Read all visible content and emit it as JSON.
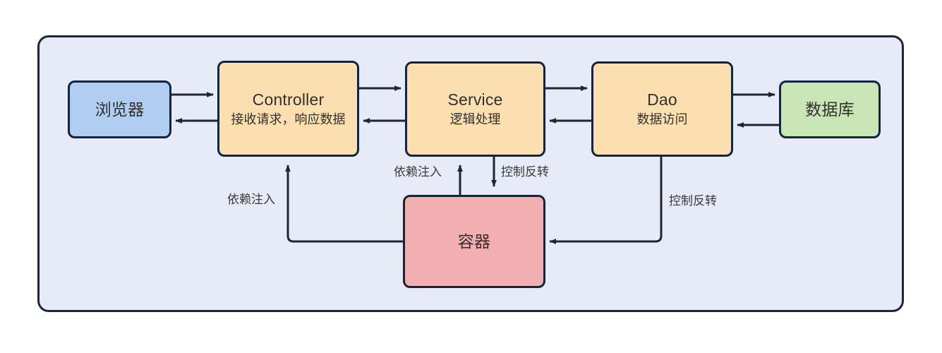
{
  "diagram": {
    "title": "Spring IoC / DI layered architecture diagram",
    "frame_name": "application-frame",
    "colors": {
      "page_background": "#ffffff",
      "frame_background": "#e7ebf8",
      "frame_border": "#1f2633",
      "node_border": "#14243f",
      "browser_fill": "#b0cdf2",
      "layer_fill": "#fbdfb0",
      "database_fill": "#c8e6b4",
      "container_fill": "#f2aeb0",
      "edge_stroke": "#1f2633",
      "text": "#30302e",
      "edge_label_text": "#3a3a38"
    },
    "nodes": [
      {
        "id": "browser",
        "title": "浏览器",
        "sub": ""
      },
      {
        "id": "controller",
        "title": "Controller",
        "sub": "接收请求，响应数据"
      },
      {
        "id": "service",
        "title": "Service",
        "sub": "逻辑处理"
      },
      {
        "id": "dao",
        "title": "Dao",
        "sub": "数据访问"
      },
      {
        "id": "database",
        "title": "数据库",
        "sub": ""
      },
      {
        "id": "container",
        "title": "容器",
        "sub": ""
      }
    ],
    "edge_labels": {
      "di_left": "依赖注入",
      "di_mid": "依赖注入",
      "ioc_mid": "控制反转",
      "ioc_right": "控制反转"
    },
    "edges": [
      {
        "from": "browser",
        "to": "controller",
        "label": ""
      },
      {
        "from": "controller",
        "to": "browser",
        "label": ""
      },
      {
        "from": "controller",
        "to": "service",
        "label": ""
      },
      {
        "from": "service",
        "to": "controller",
        "label": ""
      },
      {
        "from": "service",
        "to": "dao",
        "label": ""
      },
      {
        "from": "dao",
        "to": "service",
        "label": ""
      },
      {
        "from": "dao",
        "to": "database",
        "label": ""
      },
      {
        "from": "database",
        "to": "dao",
        "label": ""
      },
      {
        "from": "container",
        "to": "controller",
        "label": "依赖注入"
      },
      {
        "from": "container",
        "to": "service",
        "label": "依赖注入"
      },
      {
        "from": "service",
        "to": "container",
        "label": "控制反转"
      },
      {
        "from": "dao",
        "to": "container",
        "label": "控制反转"
      }
    ]
  }
}
